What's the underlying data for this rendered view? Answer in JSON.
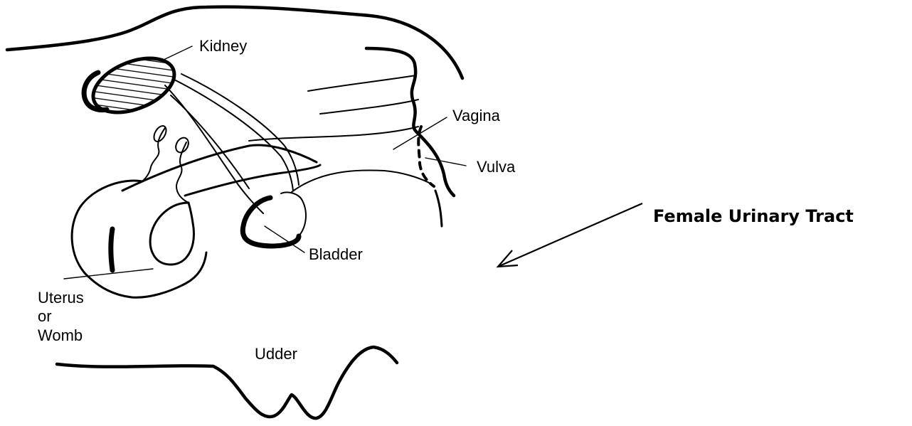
{
  "diagram": {
    "title": "Female Urinary Tract",
    "labels": {
      "kidney": "Kidney",
      "vagina": "Vagina",
      "vulva": "Vulva",
      "bladder": "Bladder",
      "uterus_line1": "Uterus",
      "uterus_line2": "or",
      "uterus_line3": "Womb",
      "udder": "Udder"
    }
  }
}
